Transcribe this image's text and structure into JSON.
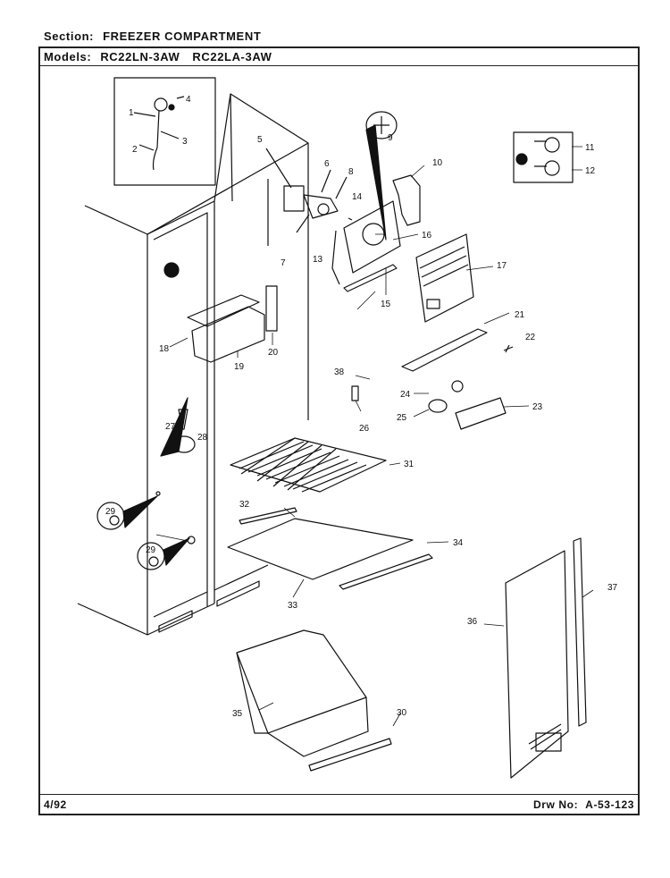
{
  "header": {
    "section_label": "Section:",
    "section_value": "FREEZER COMPARTMENT",
    "models_label": "Models:",
    "models": [
      "RC22LN-3AW",
      "RC22LA-3AW"
    ]
  },
  "footer": {
    "date": "4/92",
    "drawing_label": "Drw No:",
    "drawing_number": "A-53-123"
  },
  "callouts": [
    "1",
    "2",
    "3",
    "4",
    "5",
    "6",
    "7",
    "8",
    "9",
    "10",
    "11",
    "12",
    "13",
    "14",
    "15",
    "16",
    "17",
    "18",
    "19",
    "20",
    "21",
    "22",
    "23",
    "24",
    "25",
    "26",
    "27",
    "28",
    "29",
    "29",
    "30",
    "31",
    "32",
    "33",
    "34",
    "35",
    "36",
    "37",
    "38"
  ]
}
